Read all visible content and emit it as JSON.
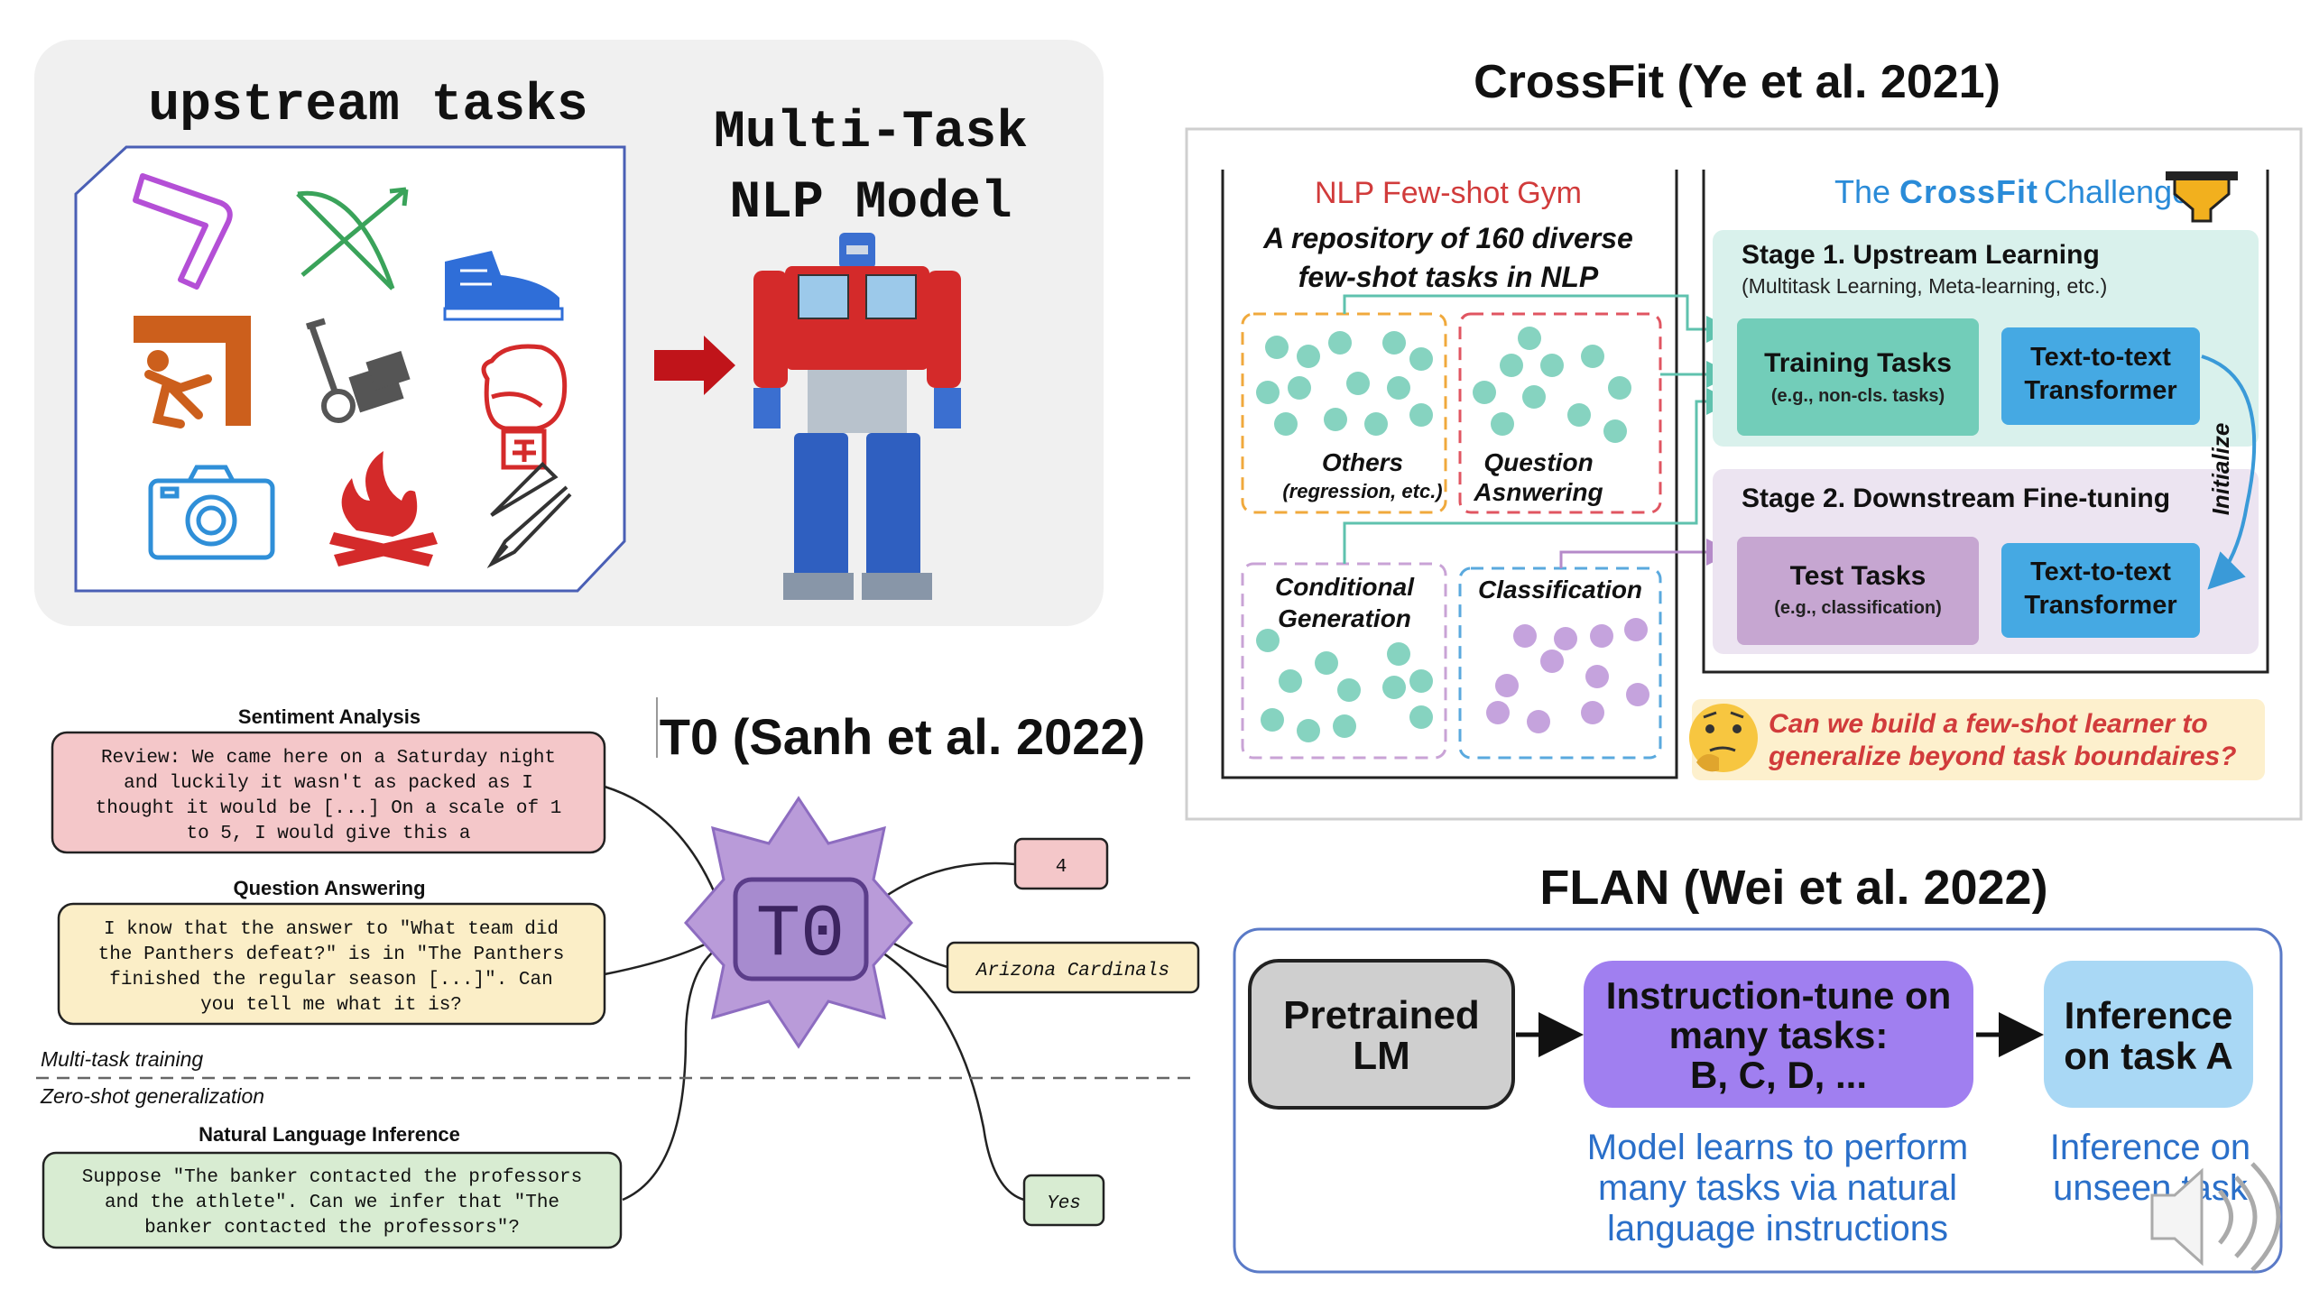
{
  "upstream": {
    "title": "upstream tasks",
    "model_title_1": "Multi-Task",
    "model_title_2": "NLP Model",
    "icons": [
      "boomerang-icon",
      "bow-arrow-icon",
      "sneaker-icon",
      "climbing-icon",
      "hand-truck-icon",
      "boxing-glove-icon",
      "camera-icon",
      "campfire-icon",
      "fountain-pen-icon",
      "robot-icon"
    ],
    "colors": {
      "purple": "#b44fd6",
      "green": "#3aa35a",
      "blue": "#2f6ed8",
      "orange": "#cc5f1c",
      "gray": "#555555",
      "red": "#d42a2a",
      "box": "#4a5fb5",
      "panel": "#f0f0f0"
    }
  },
  "crossfit": {
    "title": "CrossFit (Ye et al. 2021)",
    "gym_title": "NLP Few-shot Gym",
    "gym_sub_1": "A repository of 160 diverse",
    "gym_sub_2": "few-shot tasks in NLP",
    "groups": {
      "others_1": "Others",
      "others_2": "(regression, etc.)",
      "qa_1": "Question",
      "qa_2": "Asnwering",
      "cg_1": "Conditional",
      "cg_2": "Generation",
      "cls": "Classification"
    },
    "challenge_the": "The",
    "challenge_name": "CrossFit",
    "challenge_word": "Challenge",
    "stage1_title": "Stage 1. Upstream Learning",
    "stage1_sub": "(Multitask Learning, Meta-learning, etc.)",
    "stage2_title": "Stage 2. Downstream Fine-tuning",
    "training_1": "Training Tasks",
    "training_2": "(e.g., non-cls. tasks)",
    "test_1": "Test Tasks",
    "test_2": "(e.g., classification)",
    "t2t_1": "Text-to-text",
    "t2t_2": "Transformer",
    "initialize": "Initialize",
    "question_1": "Can we build a few-shot learner to",
    "question_2": "generalize beyond task boundaires?",
    "colors": {
      "red": "#d13b3b",
      "blue": "#2a8bd8",
      "teal": "#72cdb9",
      "lavender": "#c6a6d1",
      "stage1": "#d9f1ec",
      "stage2": "#ece4f1",
      "t2t": "#45a9e3"
    }
  },
  "t0": {
    "title": "T0 (Sanh et al. 2022)",
    "model": "T0",
    "sa_label": "Sentiment Analysis",
    "sa_lines": [
      "Review: We came here on a Saturday night",
      "and luckily it wasn't as packed as I",
      "thought it would be [...] On a scale of 1",
      "to 5, I would give this a"
    ],
    "qa_label": "Question Answering",
    "qa_lines": [
      "I know that the answer to \"What team did",
      "the Panthers defeat?\" is in \"The Panthers",
      "finished the regular season [...]\". Can",
      "you tell me what it is?"
    ],
    "train_label": "Multi-task training",
    "zs_label": "Zero-shot generalization",
    "nli_label": "Natural Language Inference",
    "nli_lines": [
      "Suppose \"The banker contacted the professors",
      "and the athlete\". Can we infer that \"The",
      "banker contacted the professors\"?"
    ],
    "out_1": "4",
    "out_2": "Arizona Cardinals",
    "out_3": "Yes",
    "colors": {
      "pink": "#f4c7c9",
      "yellow": "#fbeec7",
      "green": "#d8ecd2",
      "star": "#b99bd9",
      "starEdge": "#8d6cc0"
    }
  },
  "flan": {
    "title": "FLAN (Wei et al. 2022)",
    "pretrained_1": "Pretrained",
    "pretrained_2": "LM",
    "tune_1": "Instruction-tune on",
    "tune_2": "many tasks:",
    "tune_3": "B, C, D, ...",
    "infer_1": "Inference",
    "infer_2": "on task A",
    "desc_1": "Model learns to perform",
    "desc_2": "many tasks via natural",
    "desc_3": "language instructions",
    "desc2_1": "Inference on",
    "desc2_2": "unseen task",
    "colors": {
      "gray": "#cfcfcf",
      "purple": "#a07ff0",
      "blue": "#a9d8f5",
      "text": "#2a6fc9"
    }
  }
}
